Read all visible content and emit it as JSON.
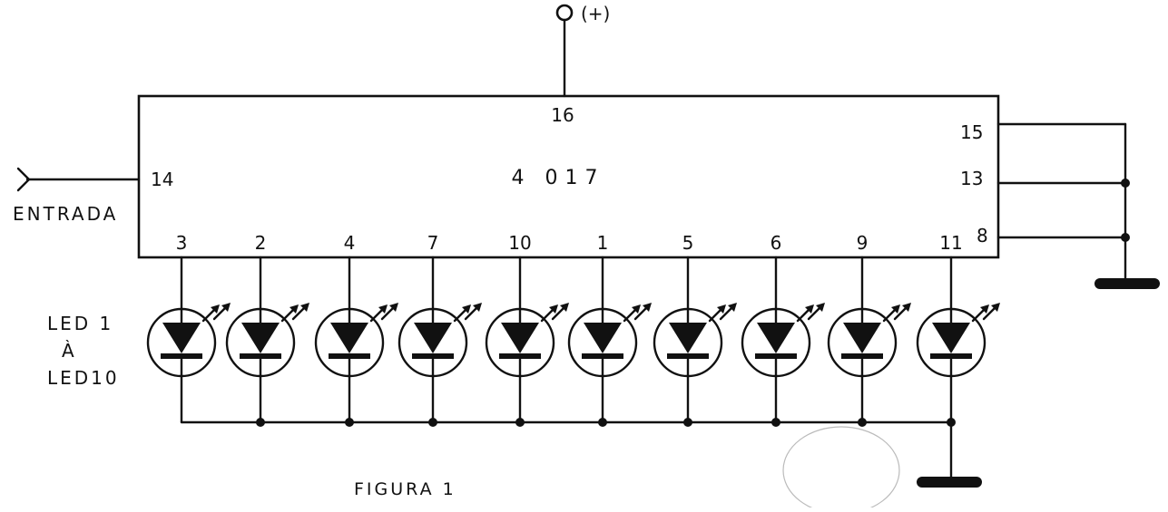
{
  "diagram": {
    "supply_label": "(+)",
    "chip": {
      "label": "4 017",
      "pin_top": "16",
      "pin_input": "14",
      "pins_right": [
        "15",
        "13",
        "8"
      ]
    },
    "input_label": "ENTRADA",
    "led_pins": [
      "3",
      "2",
      "4",
      "7",
      "10",
      "1",
      "5",
      "6",
      "9",
      "11"
    ],
    "led_label_lines": [
      "LED 1",
      "À",
      "LED10"
    ],
    "caption": "FIGURA 1"
  },
  "colors": {
    "ink": "#111111",
    "paper": "#ffffff"
  }
}
